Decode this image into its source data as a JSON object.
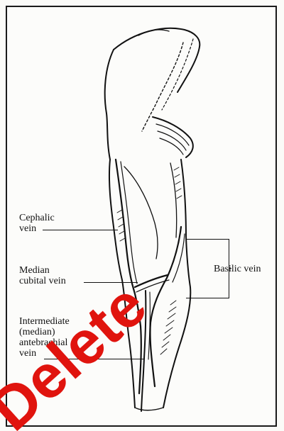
{
  "labels": {
    "cephalic": [
      "Cephalic",
      "vein"
    ],
    "median_cubital": [
      "Median",
      "cubital vein"
    ],
    "basilic": "Basilic vein",
    "intermediate": [
      "Intermediate",
      "(median)",
      "antebrachial",
      "vein"
    ]
  },
  "watermark": {
    "text": "Delete",
    "color": "#e0140e"
  },
  "colors": {
    "ink": "#111111",
    "paper": "#fcfcfa"
  }
}
